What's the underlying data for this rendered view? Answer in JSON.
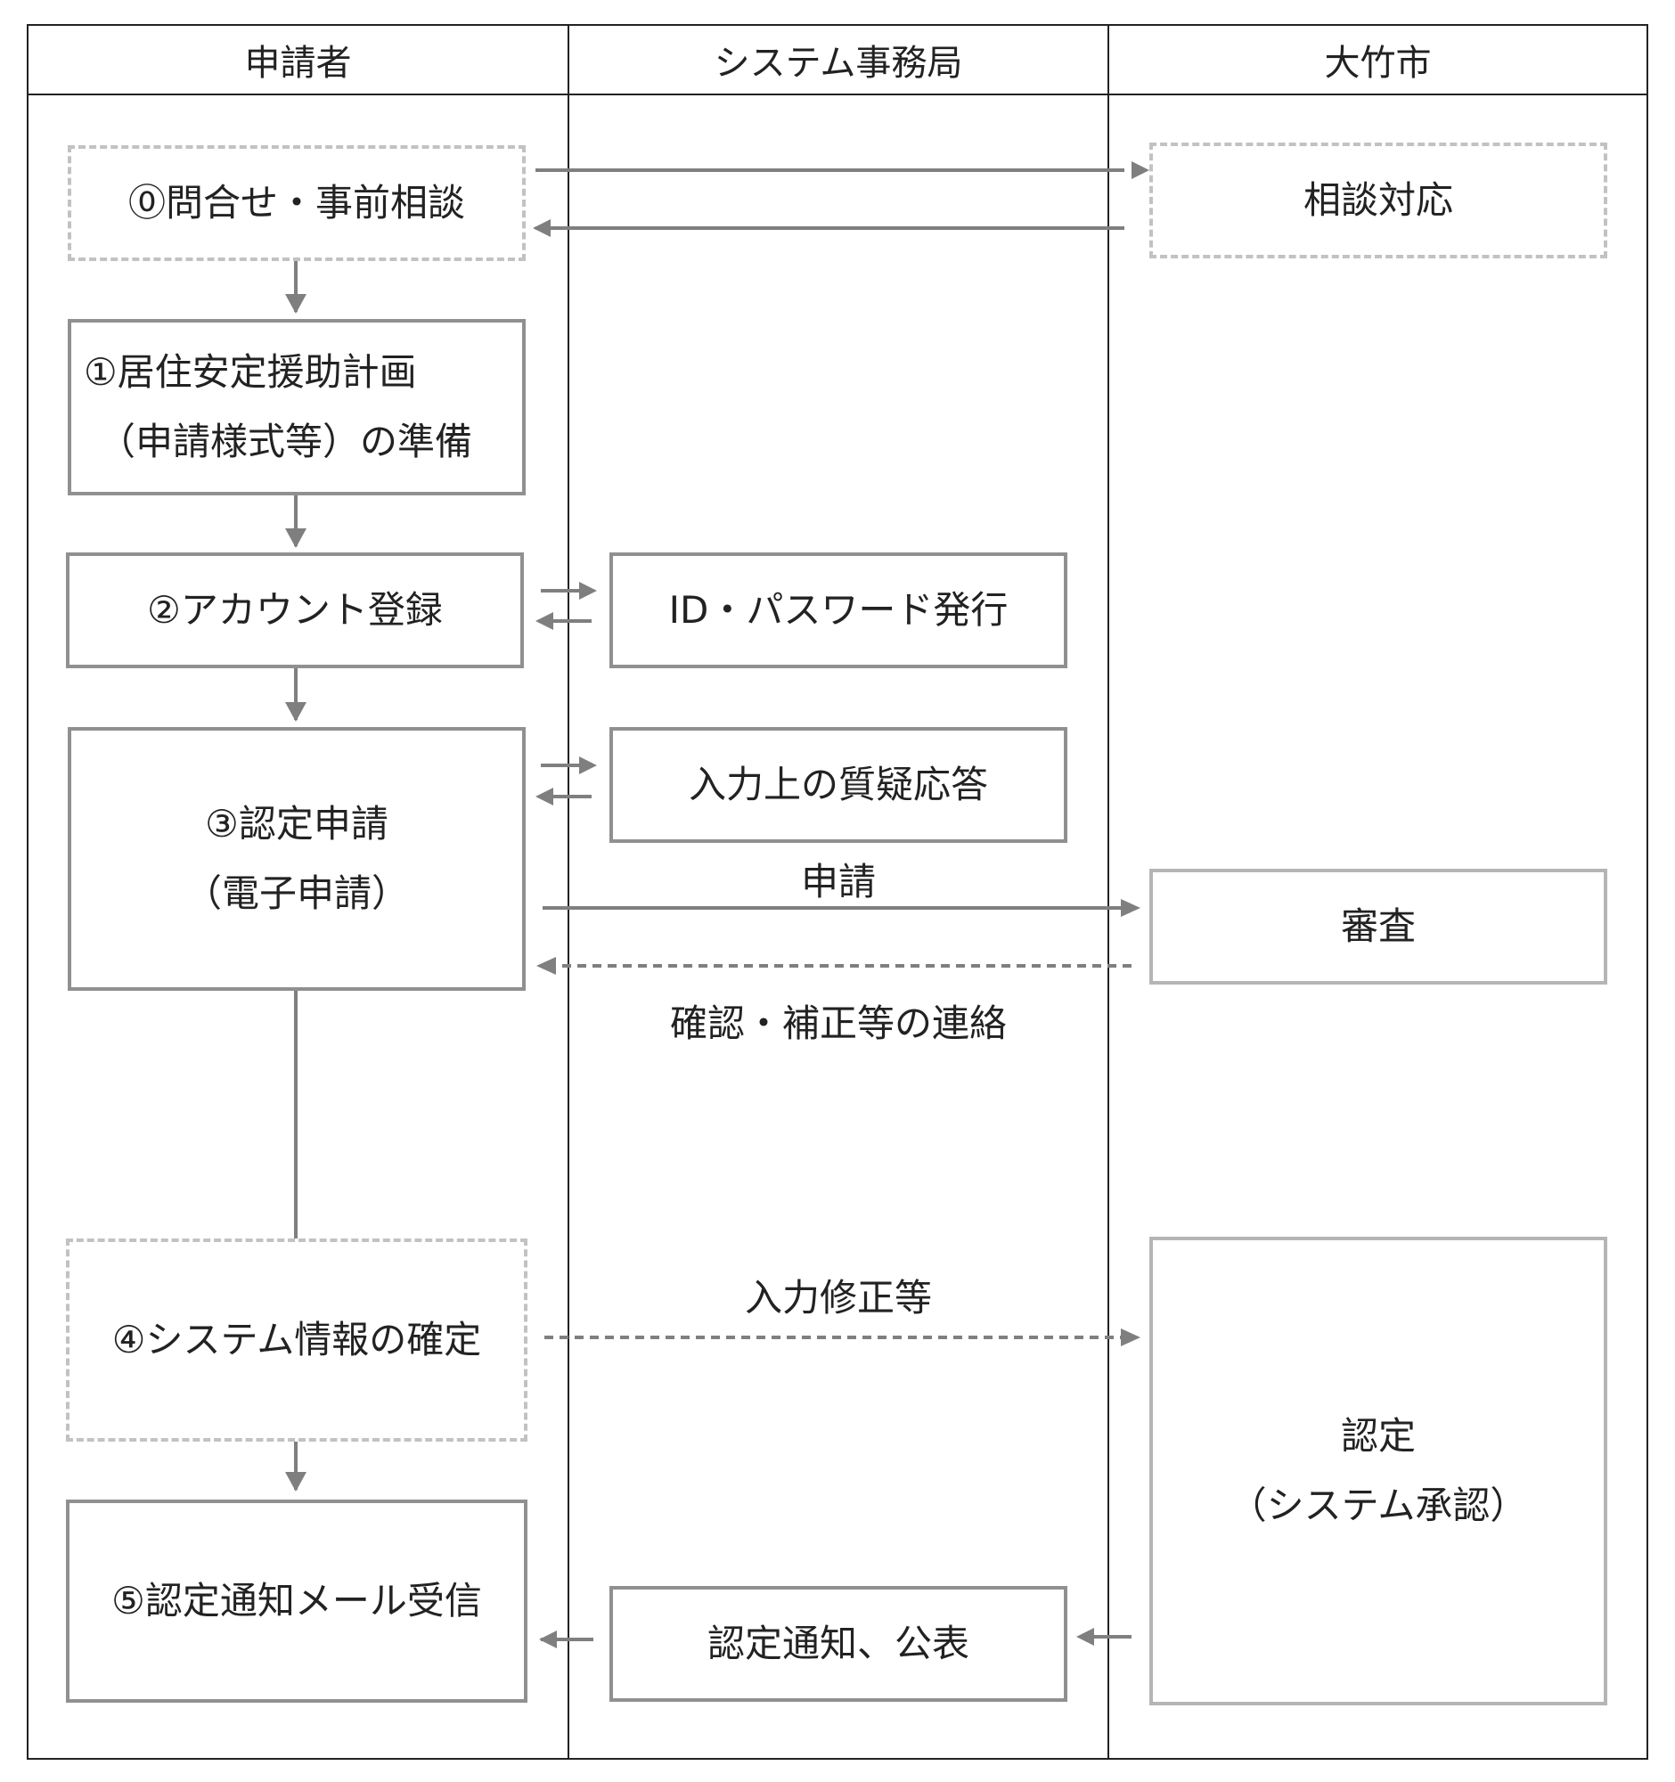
{
  "lanes": {
    "applicant": "申請者",
    "secretariat": "システム事務局",
    "city": "大竹市"
  },
  "nodes": {
    "n0": "⓪問合せ・事前相談",
    "consult": "相談対応",
    "n1_line1": "①居住安定援助計画",
    "n1_line2": "（申請様式等）の準備",
    "n2": "②アカウント登録",
    "id_issue": "ID・パスワード発行",
    "n3_line1": "③認定申請",
    "n3_line2": "（電子申請）",
    "qa": "入力上の質疑応答",
    "review": "審査",
    "n4": "④システム情報の確定",
    "approve_line1": "認定",
    "approve_line2": "（システム承認）",
    "n5": "⑤認定通知メール受信",
    "notify": "認定通知、公表"
  },
  "edge_labels": {
    "apply": "申請",
    "contact": "確認・補正等の連絡",
    "correction": "入力修正等"
  },
  "colors": {
    "lane_border": "#222222",
    "arrow": "#7f7f7f",
    "box_border": "#909090",
    "box_border_light": "#b5b5b5",
    "dashed_border": "#c2c2c2"
  }
}
